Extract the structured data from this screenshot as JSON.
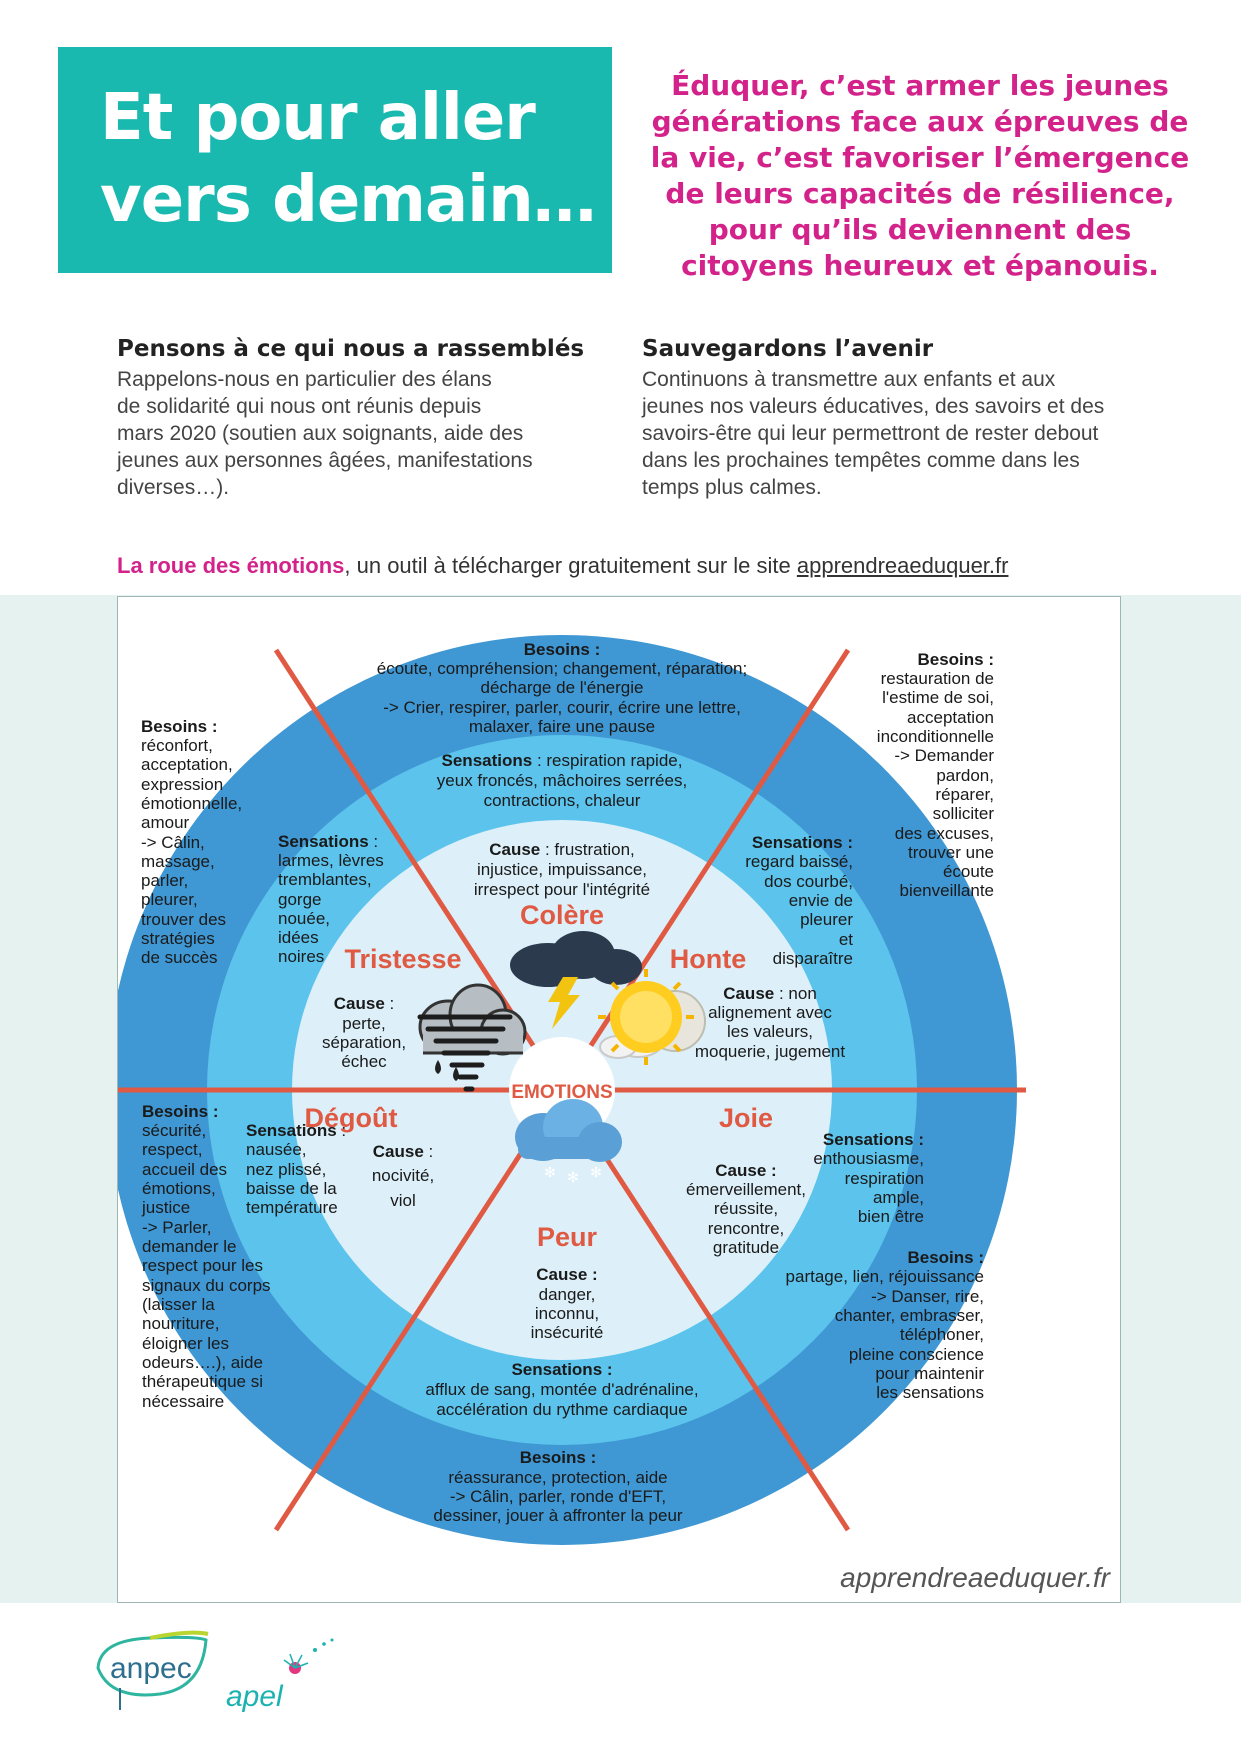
{
  "header": {
    "title_lines": [
      "Et pour aller",
      "vers demain…"
    ],
    "quote_lines": [
      "Éduquer, c’est armer les jeunes",
      "générations face aux épreuves de",
      "la vie, c’est favoriser l’émergence",
      "de leurs capacités de résilience,",
      "pour qu’ils deviennent des",
      "citoyens heureux et épanouis."
    ]
  },
  "columns": {
    "left": {
      "heading": "Pensons à ce qui nous a rassemblés",
      "lines": [
        "Rappelons-nous en particulier des élans",
        "de solidarité qui nous ont réunis depuis",
        "mars 2020 (soutien aux soignants, aide des",
        "jeunes aux personnes âgées, manifestations",
        "diverses…)."
      ]
    },
    "right": {
      "heading": "Sauvegardons l’avenir",
      "lines": [
        "Continuons à transmettre aux enfants et aux",
        "jeunes nos valeurs éducatives, des savoirs et des",
        "savoirs-être qui leur permettront de rester debout",
        "dans les prochaines tempêtes comme dans les",
        "temps plus calmes."
      ]
    }
  },
  "tool_line": {
    "highlight": "La roue des émotions",
    "middle": ", un outil à télécharger gratuitement sur le site ",
    "site": "apprendreaeduquer.fr"
  },
  "wheel": {
    "colors": {
      "outer": "#3f97d3",
      "middle": "#5bc3ec",
      "inner": "#ddf0f9",
      "lines": "#e05a43",
      "label": "#e05a43",
      "center_text": "#e05a43"
    },
    "center": "EMOTIONS",
    "emotions": {
      "colere": {
        "name": "Colère",
        "icon": "storm-cloud-icon",
        "cause_label": "Cause",
        "cause_rest": " : frustration,",
        "cause_lines": [
          "injustice, impuissance,",
          "irrespect pour l'intégrité"
        ],
        "sensations_label": "Sensations",
        "sensations_rest": " : respiration rapide,",
        "sensations_lines": [
          "yeux froncés, mâchoires serrées,",
          "contractions, chaleur"
        ],
        "besoins_label": "Besoins :",
        "besoins_lines": [
          "écoute, compréhension; changement, réparation;",
          "décharge de l'énergie",
          "-> Crier, respirer, parler, courir, écrire une lettre,",
          "malaxer, faire une pause"
        ]
      },
      "honte": {
        "name": "Honte",
        "icon": "moon-cloud-icon",
        "cause_label": "Cause",
        "cause_rest": " : non",
        "cause_lines": [
          "alignement avec",
          "les valeurs,",
          "moquerie, jugement"
        ],
        "sensations_label": "Sensations :",
        "sensations_lines": [
          "regard baissé,",
          "dos courbé,",
          "envie de",
          "pleurer",
          "et",
          "disparaître"
        ],
        "besoins_label": "Besoins :",
        "besoins_lines": [
          "restauration de",
          "l'estime de soi,",
          "acceptation",
          "inconditionnelle",
          "-> Demander",
          "pardon,",
          "réparer,",
          "solliciter",
          "des excuses,",
          "trouver une",
          "écoute",
          "bienveillante"
        ]
      },
      "tristesse": {
        "name": "Tristesse",
        "icon": "rain-cloud-icon",
        "cause_label": "Cause",
        "cause_rest": " :",
        "cause_lines": [
          "perte,",
          "séparation,",
          "échec"
        ],
        "sensations_label": "Sensations",
        "sensations_rest": " :",
        "sensations_lines": [
          "larmes, lèvres",
          "tremblantes,",
          "gorge",
          "nouée,",
          "idées",
          "noires"
        ],
        "besoins_label": "Besoins :",
        "besoins_lines": [
          "réconfort,",
          "acceptation,",
          "expression",
          "émotionnelle,",
          "amour",
          "-> Câlin,",
          "massage,",
          "parler,",
          "pleurer,",
          "trouver des",
          "stratégies",
          "de succès"
        ]
      },
      "degout": {
        "name": "Dégoût",
        "icon": "tornado-icon",
        "cause_label": "Cause",
        "cause_rest": " :",
        "cause_lines": [
          "nocivité,",
          "viol"
        ],
        "sensations_label": "Sensations",
        "sensations_rest": " :",
        "sensations_lines": [
          "nausée,",
          "nez plissé,",
          "baisse de la",
          "température"
        ],
        "besoins_label": "Besoins :",
        "besoins_lines": [
          "sécurité,",
          "respect,",
          "accueil des",
          "émotions,",
          "justice",
          "-> Parler,",
          "demander le",
          "respect pour les",
          "signaux du corps",
          "(laisser la",
          "nourriture,",
          "éloigner les",
          "odeurs….), aide",
          "thérapeutique si",
          "nécessaire"
        ]
      },
      "joie": {
        "name": "Joie",
        "icon": "sun-icon",
        "cause_label": "Cause :",
        "cause_lines": [
          "émerveillement,",
          "réussite,",
          "rencontre,",
          "gratitude"
        ],
        "sensations_label": "Sensations :",
        "sensations_lines": [
          "enthousiasme,",
          "respiration",
          "ample,",
          "bien être"
        ],
        "besoins_label": "Besoins :",
        "besoins_lines": [
          "partage, lien, réjouissance",
          "-> Danser, rire,",
          "chanter, embrasser,",
          "téléphoner,",
          "pleine conscience",
          "pour maintenir",
          "les sensations"
        ]
      },
      "peur": {
        "name": "Peur",
        "icon": "snow-cloud-icon",
        "cause_label": "Cause :",
        "cause_lines": [
          "danger,",
          "inconnu,",
          "insécurité"
        ],
        "sensations_label": "Sensations :",
        "sensations_lines": [
          "afflux de sang, montée d'adrénaline,",
          "accélération du rythme cardiaque"
        ],
        "besoins_label": "Besoins :",
        "besoins_lines": [
          "réassurance, protection, aide",
          "-> Câlin, parler, ronde d'EFT,",
          "dessiner, jouer à affronter la peur"
        ]
      }
    },
    "watermark": "apprendreaeduquer.fr"
  },
  "footer": {
    "logo_anpec": "anpec",
    "logo_apel": "apel"
  }
}
